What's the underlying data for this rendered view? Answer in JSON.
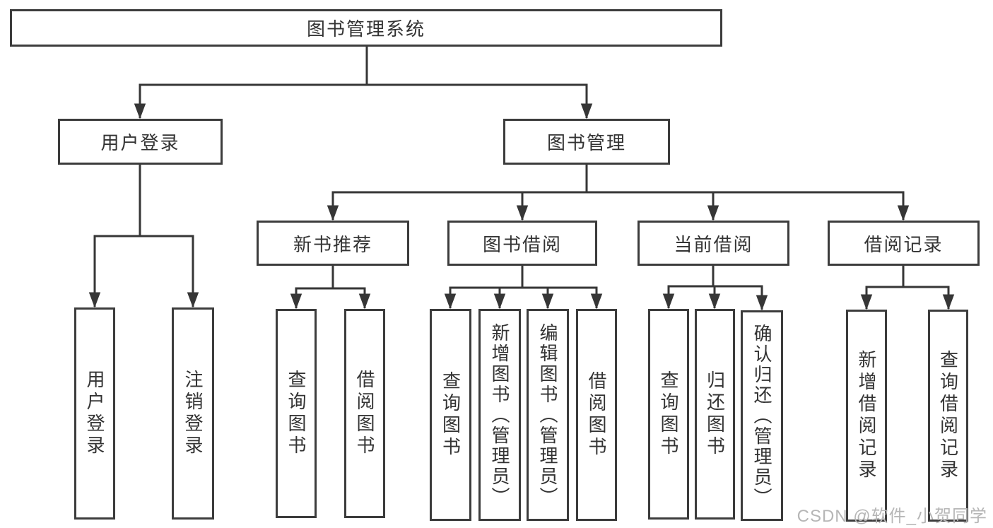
{
  "diagram_type": "functional-structure-tree",
  "colors": {
    "background": "#ffffff",
    "box_border": "#3c3c3c",
    "connector_line": "#363636",
    "text": "#333333",
    "watermark": "#b6b6b6"
  },
  "watermark": {
    "text": "CSDN @软件_小贺同学"
  },
  "tree": {
    "label": "图书管理系统",
    "children": [
      {
        "label": "用户登录",
        "children": [
          {
            "label": "用户登录"
          },
          {
            "label": "注销登录"
          }
        ]
      },
      {
        "label": "图书管理",
        "children": [
          {
            "label": "新书推荐",
            "children": [
              {
                "label": "查询图书"
              },
              {
                "label": "借阅图书"
              }
            ]
          },
          {
            "label": "图书借阅",
            "children": [
              {
                "label": "查询图书"
              },
              {
                "label": "新增图书（管理员）"
              },
              {
                "label": "编辑图书（管理员）"
              },
              {
                "label": "借阅图书"
              }
            ]
          },
          {
            "label": "当前借阅",
            "children": [
              {
                "label": "查询图书"
              },
              {
                "label": "归还图书"
              },
              {
                "label": "确认归还（管理员）"
              }
            ]
          },
          {
            "label": "借阅记录",
            "children": [
              {
                "label": "新增借阅记录"
              },
              {
                "label": "查询借阅记录"
              }
            ]
          }
        ]
      }
    ]
  }
}
